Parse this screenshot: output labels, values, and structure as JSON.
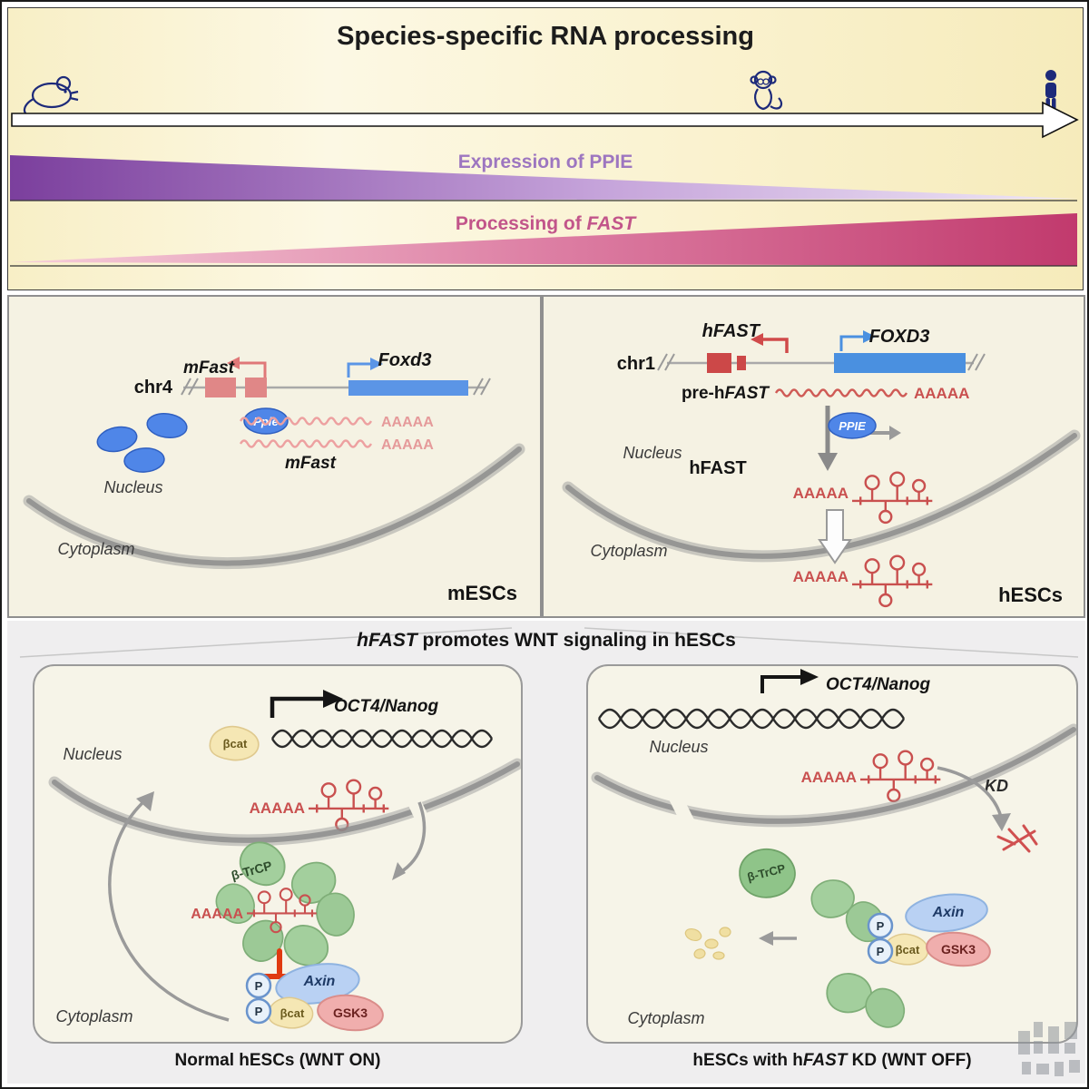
{
  "header": {
    "title": "Species-specific RNA processing",
    "ppie_label": "Expression of PPIE",
    "fast_label_prefix": "Processing of ",
    "fast_label_italic": "FAST"
  },
  "icons": {
    "left": "mouse-icon",
    "middle": "monkey-icon",
    "right": "human-icon"
  },
  "colors": {
    "ppie_purple": "#7b3f9d",
    "fast_pink": "#c13a6d",
    "protein_blue": "#4f86e8",
    "rna_red": "#c9504f",
    "gene_blue": "#4a90e0",
    "exon_salmon": "#e08787",
    "btrcp_green": "#a3cf9d",
    "bcat_yellow": "#f5e7b4",
    "axin_blue": "#b9d1f3",
    "gsk3_pink": "#f0aead"
  },
  "mesc": {
    "chr": "chr4",
    "gene_fast": "mFast",
    "gene_foxd3": "Foxd3",
    "ppie": "Ppie",
    "polyA1": "AAAAA",
    "polyA2": "AAAAA",
    "transcript": "mFast",
    "nucleus": "Nucleus",
    "cytoplasm": "Cytoplasm",
    "panel_label": "mESCs"
  },
  "hesc": {
    "chr": "chr1",
    "gene_fast": "hFAST",
    "gene_foxd3": "FOXD3",
    "pre_prefix": "pre-h",
    "pre_italic": "FAST",
    "pre_polyA": "AAAAA",
    "ppie": "PPIE",
    "nucleus": "Nucleus",
    "transcript": "hFAST",
    "polyA_nuc": "AAAAA",
    "polyA_cyto": "AAAAA",
    "cytoplasm": "Cytoplasm",
    "panel_label": "hESCs"
  },
  "wnt": {
    "title_italic": "hFAST",
    "title_rest": " promotes WNT signaling in hESCs",
    "left": {
      "nucleus": "Nucleus",
      "bcat_nuc": "βcat",
      "oct4": "OCT4/Nanog",
      "polyA_nuc": "AAAAA",
      "btrcp": "β-TrCP",
      "polyA_cyto": "AAAAA",
      "p1": "P",
      "p2": "P",
      "bcat": "βcat",
      "axin": "Axin",
      "gsk3": "GSK3",
      "cytoplasm": "Cytoplasm",
      "caption": "Normal hESCs (WNT ON)"
    },
    "right": {
      "oct4": "OCT4/Nanog",
      "nucleus": "Nucleus",
      "polyA_nuc": "AAAAA",
      "kd": "KD",
      "btrcp": "β-TrCP",
      "p1": "P",
      "p2": "P",
      "bcat": "βcat",
      "axin": "Axin",
      "gsk3": "GSK3",
      "cytoplasm": "Cytoplasm",
      "caption_prefix": "hESCs with h",
      "caption_italic": "FAST",
      "caption_suffix": " KD (WNT OFF)"
    }
  }
}
